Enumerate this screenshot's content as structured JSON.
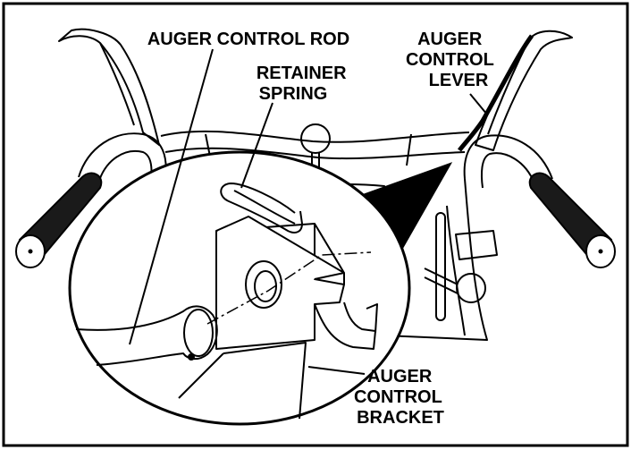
{
  "labels": {
    "control_rod": [
      "AUGER CONTROL ROD"
    ],
    "retainer_spring": [
      "RETAINER",
      "SPRING"
    ],
    "control_lever": [
      "AUGER",
      "CONTROL",
      "LEVER"
    ],
    "control_bracket": [
      "AUGER",
      "CONTROL",
      "BRACKET"
    ]
  },
  "colors": {
    "ink": "#000000",
    "paper": "#ffffff",
    "grip": "#1a1a1a"
  }
}
